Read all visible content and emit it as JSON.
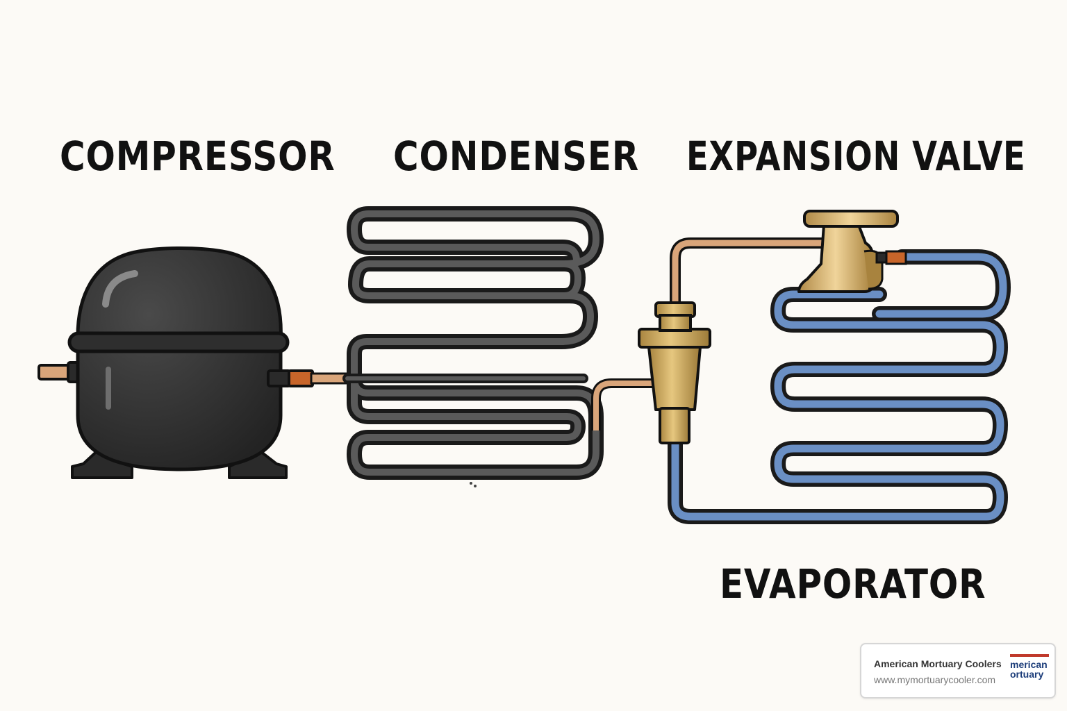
{
  "labels": {
    "compressor": "COMPRESSOR",
    "condenser": "CONDENSER",
    "expansion_valve": "EXPANSION VALVE",
    "evaporator": "EVAPORATOR"
  },
  "watermark": {
    "company": "American Mortuary Coolers",
    "url": "www.mymortuarycooler.com",
    "logo_line1": "merican",
    "logo_line2": "ortuary"
  },
  "colors": {
    "background": "#fcfaf6",
    "compressor_body": "#2b2b2b",
    "condenser_coil": "#3c3c3c",
    "copper_pipe": "#d9a57a",
    "brass_valve": "#c9a45e",
    "evaporator_coil": "#6a8fc4",
    "label_text": "#111111"
  }
}
